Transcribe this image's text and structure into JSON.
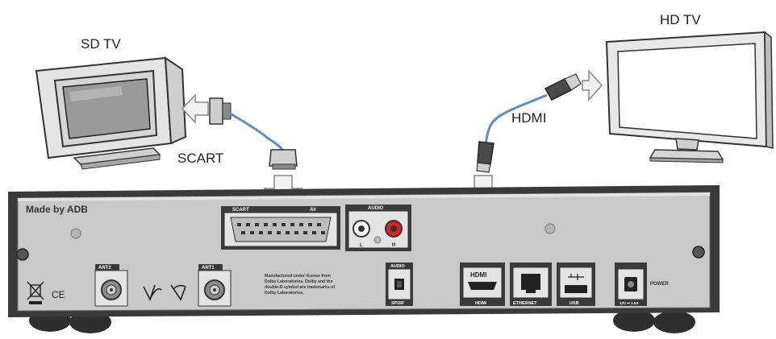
{
  "labels": {
    "sd_tv": "SD TV",
    "hd_tv": "HD TV",
    "scart_cable": "SCART",
    "hdmi_cable": "HDMI"
  },
  "panel": {
    "brand": "Made by ADB",
    "scart_port": "SCART",
    "av_port": "AV",
    "audio_port": "AUDIO",
    "audio_left": "L",
    "audio_right": "R",
    "ant2": "ANT2",
    "ant1": "ANT1",
    "dolby_note_line1": "Manufactured under license from",
    "dolby_note_line2": "Dolby Laboratories. Dolby and the",
    "dolby_note_line3": "double-D symbol are trademarks of",
    "dolby_note_line4": "Dolby Laboratories.",
    "spdif_top": "AUDIO",
    "spdif_bottom": "SPDIF",
    "hdmi_top": "HDMI",
    "hdmi_bottom": "HDMI",
    "ethernet": "ETHERNET",
    "usb": "USB",
    "power": "POWER",
    "power_rating": "12V ⎓ 1.5A",
    "ce_mark": "CE"
  },
  "colors": {
    "cable_blue": "#5b8fc9",
    "panel_face": "#c9c9c9",
    "panel_frame": "#3a3a3a",
    "arrow_fill": "#f2f2f2",
    "arrow_stroke": "#888888"
  }
}
